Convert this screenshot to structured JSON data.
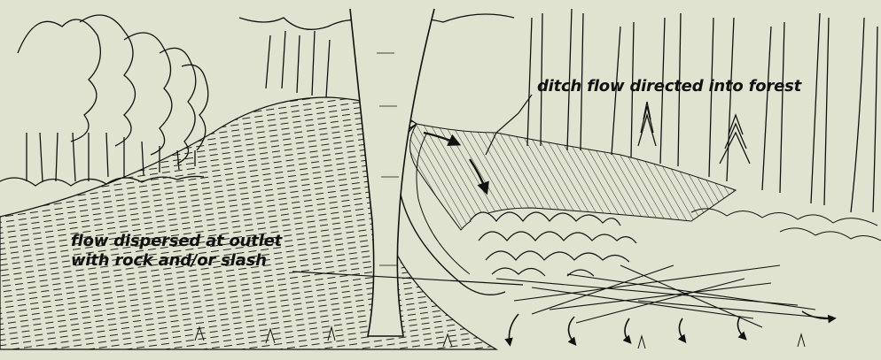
{
  "annotations": {
    "ditch_flow": "ditch flow directed into forest",
    "flow_dispersed": [
      "flow dispersed at outlet",
      "with rock and/or slash"
    ]
  },
  "colors": {
    "background": "#dfe3cf",
    "ink": "#111111"
  }
}
